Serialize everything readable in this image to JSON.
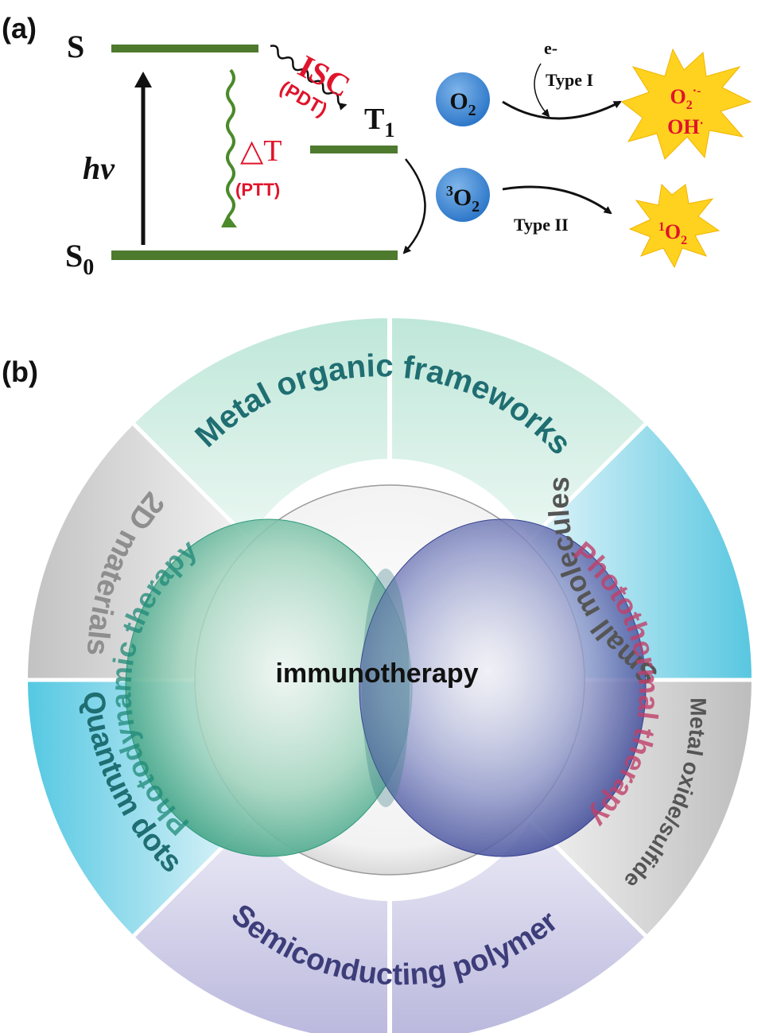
{
  "panel_a": {
    "label": "(a)",
    "levels": {
      "s": "S",
      "s0_base": "S",
      "s0_sub": "0",
      "t1_base": "T",
      "t1_sub": "1"
    },
    "excitation": "hv",
    "isc": {
      "label": "ISC",
      "sub": "(PDT)"
    },
    "delta_t": {
      "label": "△T",
      "sub": "(PTT)"
    },
    "oxygen": {
      "o2_base": "O",
      "o2_sub": "2",
      "o3_pre": "3",
      "o3_base": "O",
      "o3_sub": "2",
      "electron": "e-",
      "type1": "Type I",
      "type2": "Type II",
      "product1_line1_base": "O",
      "product1_line1_sub": "2",
      "product1_line1_sup": "·-",
      "product1_line2_base": "OH",
      "product1_line2_sup": "·",
      "product2_pre": "1",
      "product2_base": "O",
      "product2_sub": "2"
    }
  },
  "panel_b": {
    "label": "(b)",
    "center": "immunotherapy",
    "left_ellipse": "Photodynamic therapy",
    "right_ellipse": "Photothermal therapy",
    "segments": {
      "top": "Metal organic frameworks",
      "upper_right": "Small molecules",
      "lower_right": "Metal oxide/sulfide",
      "bottom": "Semiconducting polymer",
      "lower_left": "Quantum dots",
      "upper_left": "2D materials"
    },
    "colors": {
      "green_ellipse": "#2f9a7c",
      "blue_ellipse": "#2e3a8c",
      "teal_text": "#1f6e72",
      "purple_text": "#3d3d7a",
      "gray_text": "#8e8e8e",
      "pink_text": "#c0406a"
    }
  }
}
